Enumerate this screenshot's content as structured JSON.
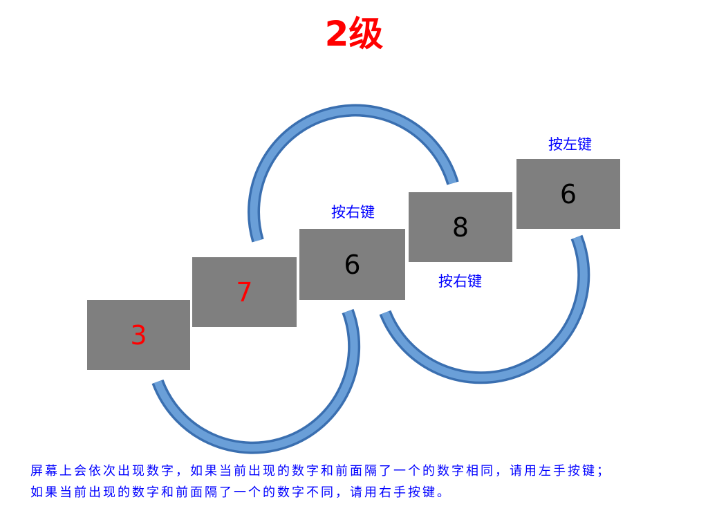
{
  "title": "2级",
  "colors": {
    "title": "#ff0000",
    "box_fill": "#7f7f7f",
    "digit_highlight": "#ff0000",
    "digit_normal": "#000000",
    "label": "#0000ff",
    "arc_outer": "#ffffff",
    "arc_edge": "#3a6fb0",
    "arc_fill": "#6a9fd8"
  },
  "sequence": [
    {
      "digit": "3",
      "highlight": true
    },
    {
      "digit": "7",
      "highlight": true
    },
    {
      "digit": "6",
      "highlight": false
    },
    {
      "digit": "8",
      "highlight": false
    },
    {
      "digit": "6",
      "highlight": false
    }
  ],
  "key_labels": [
    "按右键",
    "按右键",
    "按左键"
  ],
  "instructions": {
    "line1": "屏幕上会依次出现数字，如果当前出现的数字和前面隔了一个的数字相同，请用左手按键；",
    "line2": "如果当前出现的数字和前面隔了一个的数字不同，请用右手按键。"
  }
}
